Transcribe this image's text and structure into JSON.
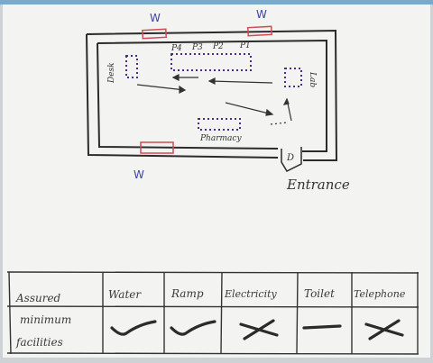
{
  "labels": {
    "window_top_left": "W",
    "window_top_right": "W",
    "window_bottom": "W",
    "entrance": "Entrance",
    "door": "D",
    "desk": "Desk",
    "pharmacy": "Pharmacy",
    "lab": "Lab",
    "p4": "P4",
    "p3": "P3",
    "p2": "P2",
    "p1": "P1"
  },
  "facilities_table": {
    "row_header": [
      "Assured",
      "minimum",
      "facilities"
    ],
    "columns": [
      {
        "name": "Water",
        "mark": "tick"
      },
      {
        "name": "Ramp",
        "mark": "tick"
      },
      {
        "name": "Electricity",
        "mark": "cross"
      },
      {
        "name": "Toilet",
        "mark": "dash"
      },
      {
        "name": "Telephone",
        "mark": "cross"
      }
    ]
  },
  "colors": {
    "ink": "#2b2b2b",
    "window_red": "#d24b54",
    "blue_ink": "#3b43a8",
    "dots": "#4a2a8a"
  }
}
